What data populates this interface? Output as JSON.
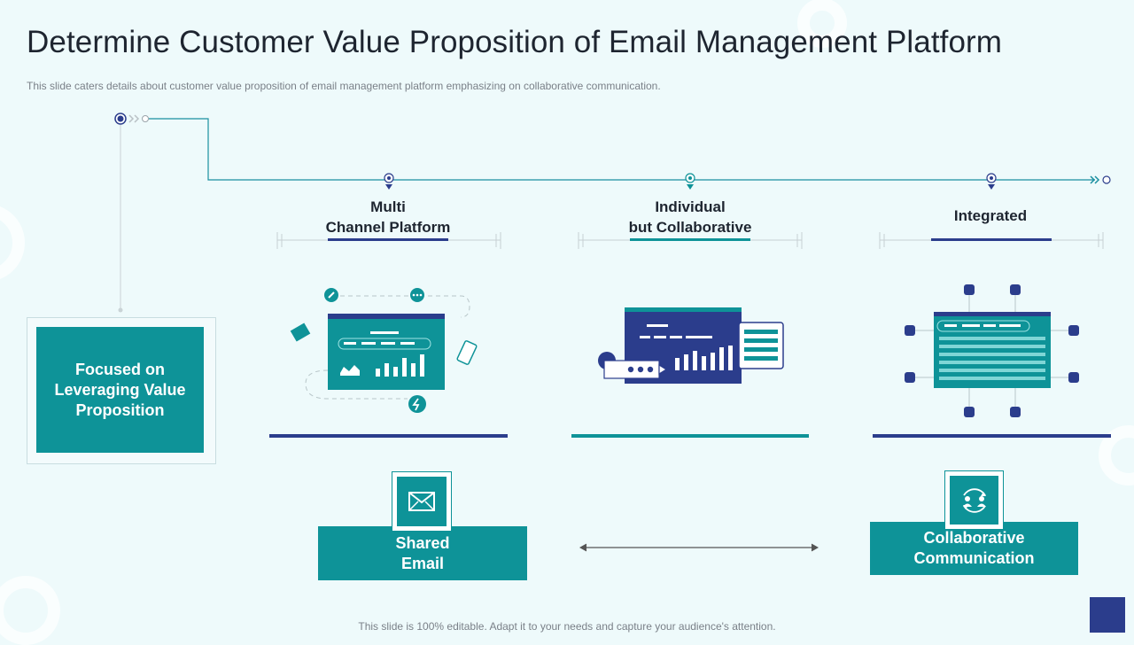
{
  "slide": {
    "title": "Determine Customer Value Proposition of Email Management Platform",
    "subtitle": "This slide caters details about customer value proposition of email management platform emphasizing on collaborative communication.",
    "footer": "This slide is 100% editable. Adapt it to your needs and capture your audience's attention."
  },
  "left_box": {
    "label": "Focused on Leveraging Value Proposition"
  },
  "pillars": [
    {
      "title_line1": "Multi",
      "title_line2": "Channel Platform",
      "accent": "#2b3d8c"
    },
    {
      "title_line1": "Individual",
      "title_line2": "but Collaborative",
      "accent": "#0e9398"
    },
    {
      "title_line1": "Integrated",
      "title_line2": "",
      "accent": "#2b3d8c"
    }
  ],
  "bottom": {
    "shared_email_line1": "Shared",
    "shared_email_line2": "Email",
    "collab_line1": "Collaborative",
    "collab_line2": "Communication"
  },
  "colors": {
    "teal": "#0e9398",
    "navy": "#2b3d8c",
    "background": "#eefafb"
  },
  "icons": [
    "envelope-icon",
    "people-cycle-icon",
    "dashboard-illustration",
    "chat-illustration",
    "integration-illustration"
  ]
}
